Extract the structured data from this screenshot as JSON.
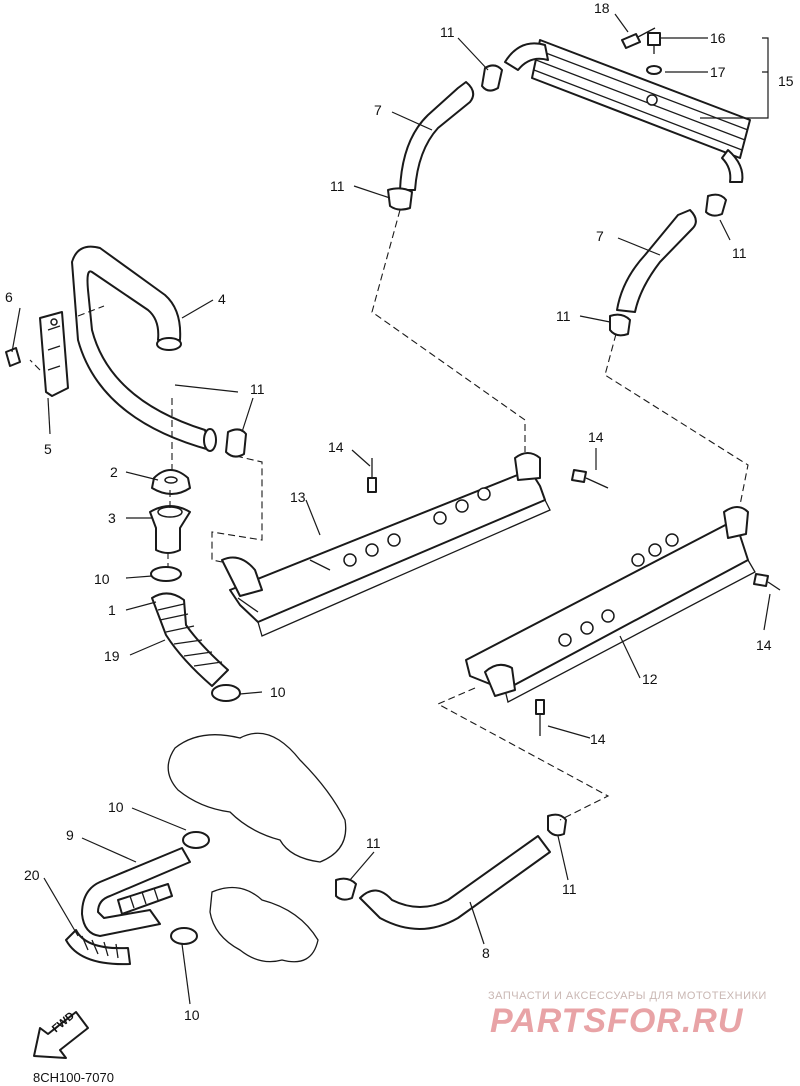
{
  "diagram": {
    "code": "8CH100-7070",
    "fwd_label": "FWD",
    "callouts": {
      "c1": "1",
      "c2": "2",
      "c3": "3",
      "c4": "4",
      "c5": "5",
      "c6": "6",
      "c7a": "7",
      "c7b": "7",
      "c8": "8",
      "c9": "9",
      "c10a": "10",
      "c10b": "10",
      "c10c": "10",
      "c10d": "10",
      "c11a": "11",
      "c11b": "11",
      "c11c": "11",
      "c11d": "11",
      "c11e": "11",
      "c11f": "11",
      "c11g": "11",
      "c12": "12",
      "c13": "13",
      "c14a": "14",
      "c14b": "14",
      "c14c": "14",
      "c14d": "14",
      "c15": "15",
      "c16": "16",
      "c17": "17",
      "c18": "18",
      "c19": "19",
      "c20": "20"
    }
  },
  "watermark": {
    "caption": "ЗАПЧАСТИ И АКСЕССУАРЫ ДЛЯ МОТОТЕХНИКИ",
    "logo": "PARTSFOR.RU"
  }
}
